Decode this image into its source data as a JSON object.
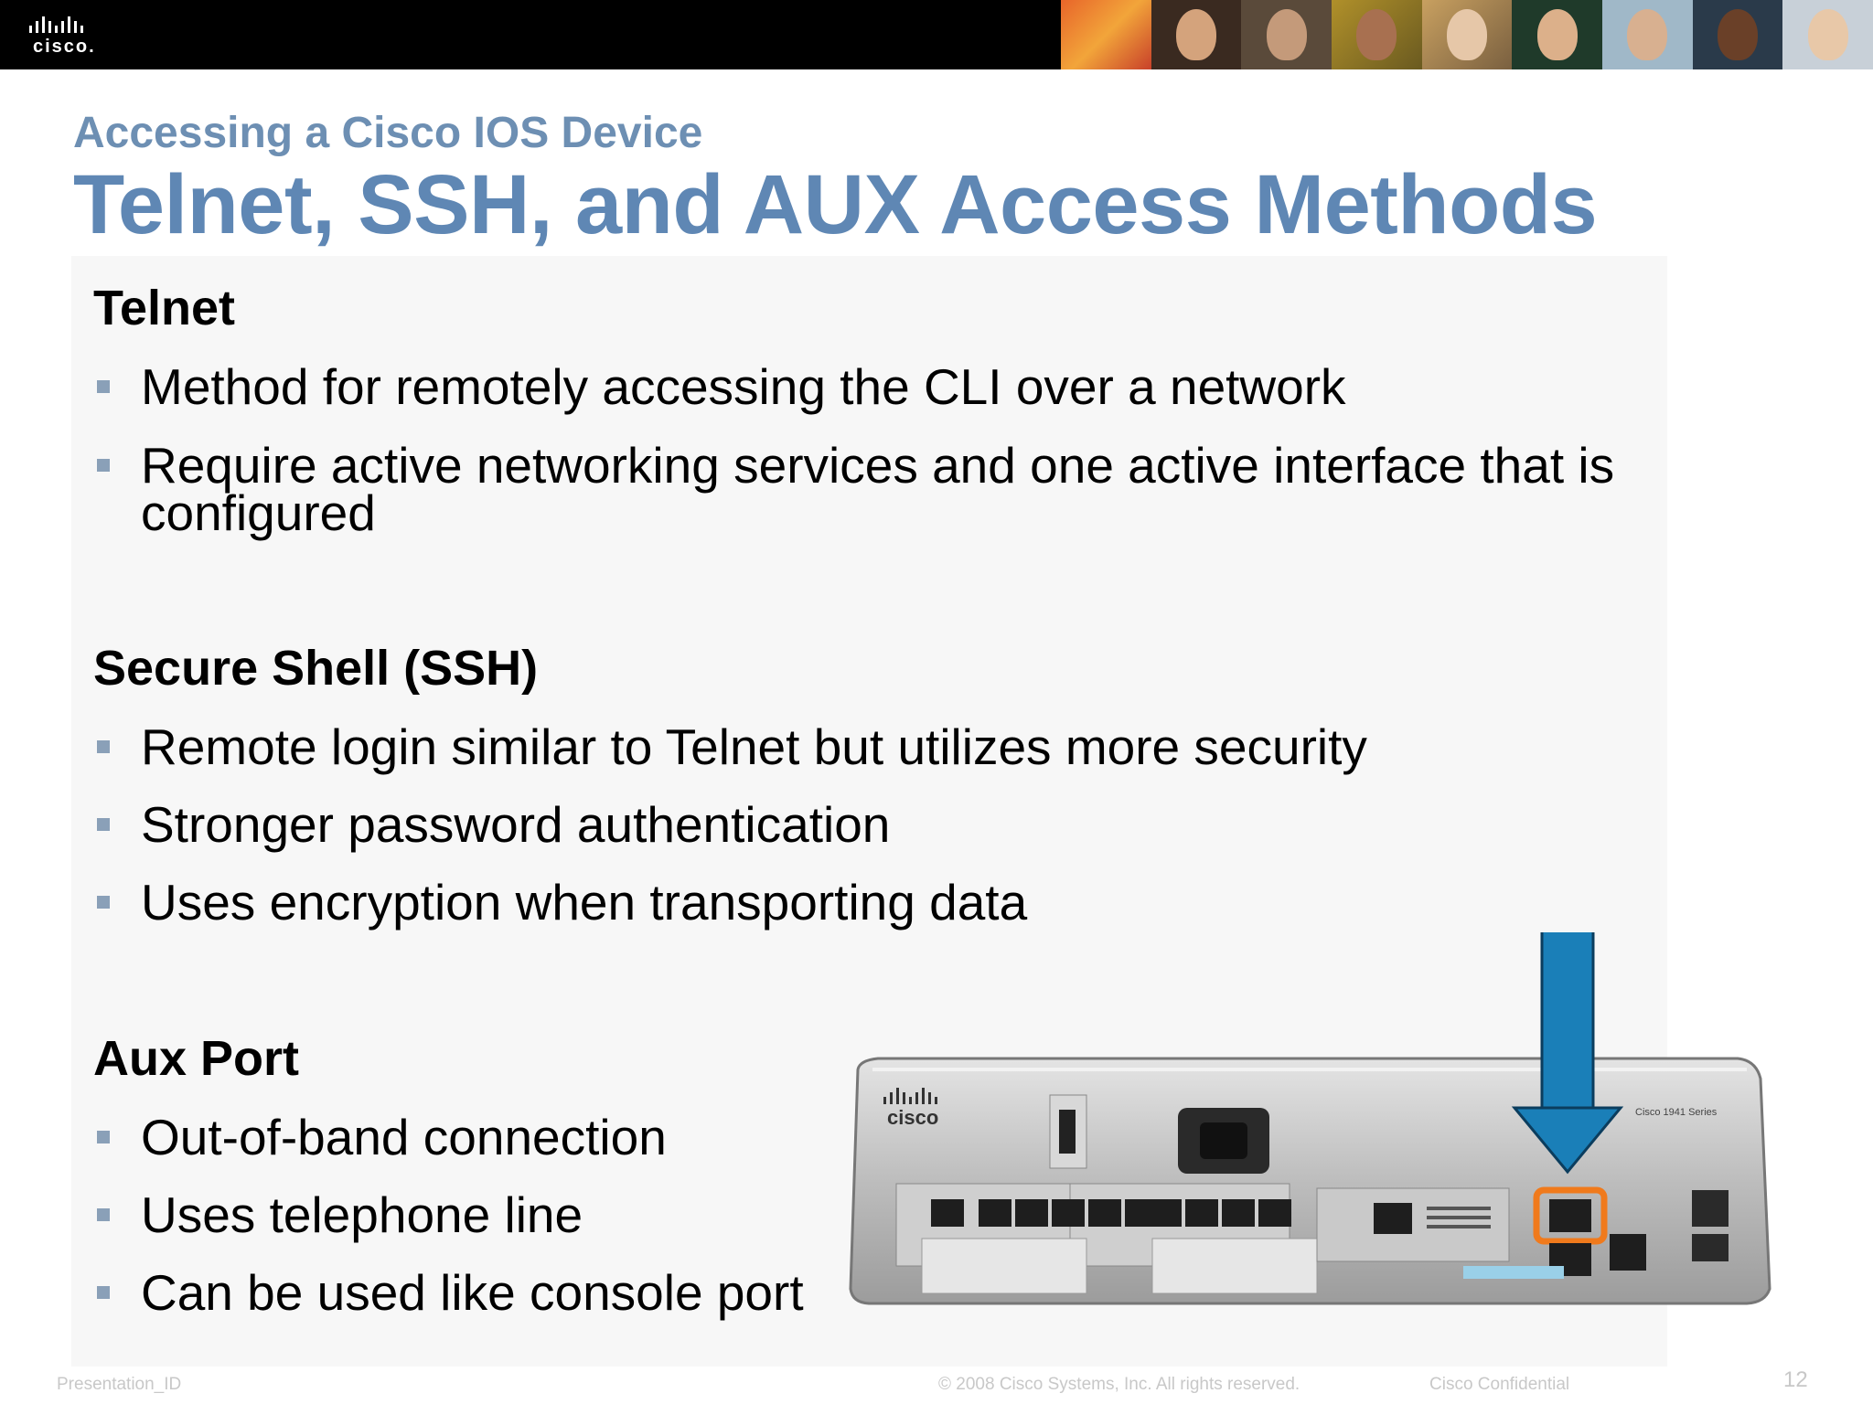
{
  "header": {
    "logo_text": "cisco.",
    "brand_color": "#000000"
  },
  "slide": {
    "subtitle": "Accessing a Cisco IOS Device",
    "title": "Telnet, SSH, and AUX Access Methods",
    "title_color": "#5f87b4",
    "sections": [
      {
        "heading": "Telnet",
        "bullets": [
          "Method for remotely accessing the CLI over a network",
          "Require active networking services and one active interface that is",
          "configured"
        ]
      },
      {
        "heading": "Secure Shell (SSH)",
        "bullets": [
          "Remote login similar to Telnet but utilizes more security",
          "Stronger password authentication",
          "Uses encryption when transporting data"
        ]
      },
      {
        "heading": "Aux Port",
        "bullets": [
          "Out-of-band connection",
          "Uses telephone line",
          "Can be used like console port"
        ]
      }
    ]
  },
  "router_image": {
    "logo_text": "cisco",
    "model_label": "Cisco 1941 Series",
    "arrow_color": "#1a7fb8",
    "highlight_color": "#f07a1c"
  },
  "footer": {
    "presentation_id": "Presentation_ID",
    "copyright": "© 2008 Cisco Systems, Inc. All rights reserved.",
    "confidential": "Cisco Confidential",
    "page_number": "12"
  }
}
